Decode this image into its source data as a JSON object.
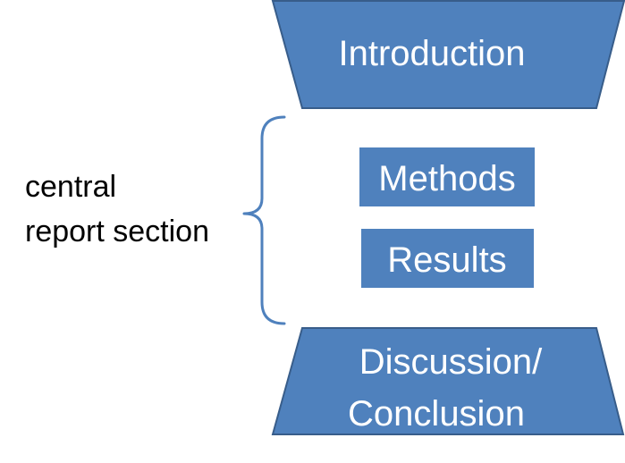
{
  "colors": {
    "shape_fill": "#4f81bd",
    "shape_stroke": "#385d8a",
    "shape_text": "#ffffff",
    "label_text": "#000000"
  },
  "sections": {
    "introduction": "Introduction",
    "methods": "Methods",
    "results": "Results",
    "discussion_line1": "Discussion/",
    "discussion_line2": "Conclusion"
  },
  "bracket_label": {
    "line1": "central",
    "line2": "report section"
  }
}
